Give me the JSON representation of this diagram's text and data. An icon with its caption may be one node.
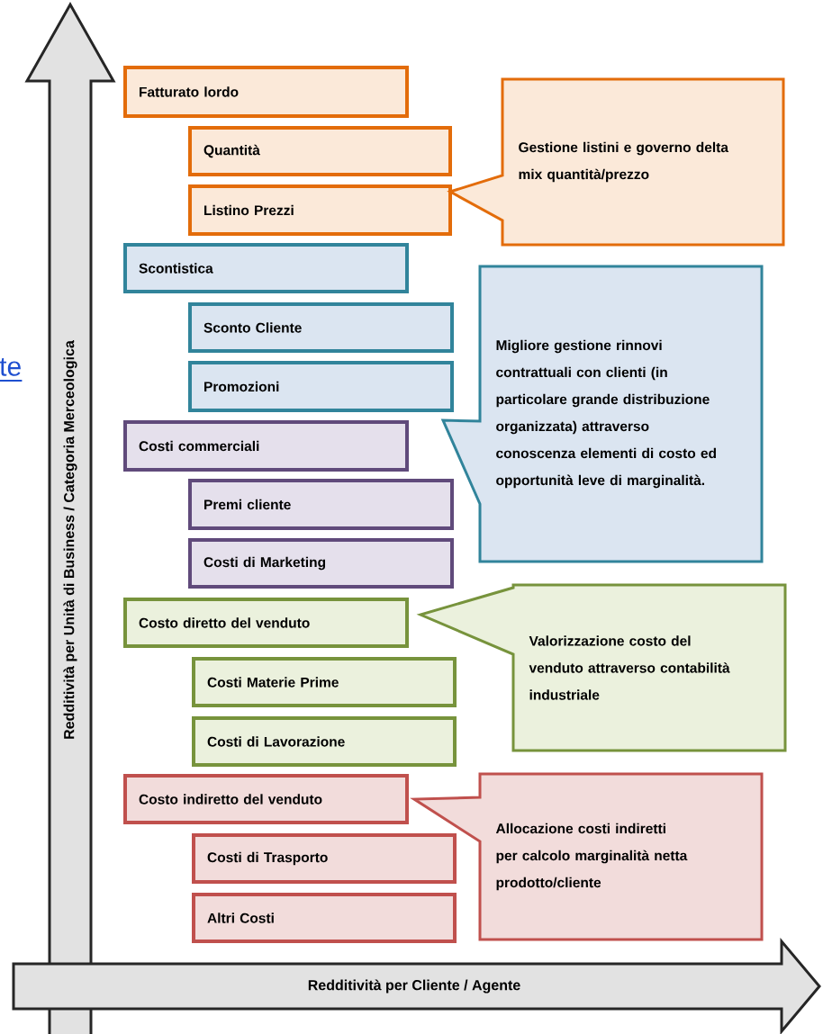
{
  "diagram": {
    "nodes": [
      {
        "text": [
          "Fatturato lordo"
        ]
      },
      {
        "text": [
          "Quantità"
        ]
      },
      {
        "text": [
          "Listino Prezzi"
        ]
      },
      {
        "text": [
          "Gestione listini e governo delta mix quantità/prezzo"
        ]
      },
      {
        "text": [
          "Scontistica"
        ]
      },
      {
        "text": [
          "Sconto Cliente"
        ]
      },
      {
        "text": [
          "Promozioni"
        ]
      },
      {
        "text": [
          "Migliore gestione rinnovi contrattuali con clienti (in particolare grande distribuzione organizzata) attraverso conoscenza elementi di costo ed opportunità leve di marginalità."
        ]
      },
      {
        "text": [
          "Costi commerciali"
        ]
      },
      {
        "text": [
          "Premi cliente"
        ]
      },
      {
        "text": [
          "Costi di Marketing"
        ]
      },
      {
        "text": [
          "Costo diretto del venduto"
        ]
      },
      {
        "text": [
          "Costi Materie Prime"
        ]
      },
      {
        "text": [
          "Costi di Lavorazione"
        ]
      },
      {
        "text": [
          "Valorizzazione costo del venduto attraverso contabilità industriale"
        ]
      },
      {
        "text": [
          "Costo indiretto del venduto"
        ]
      },
      {
        "text": [
          "Costi di Trasporto"
        ]
      },
      {
        "text": [
          "Altri Costi"
        ]
      },
      {
        "text": [
          "Allocazione costi indiretti per calcolo marginalità netta prodotto/cliente"
        ]
      },
      {
        "text": [
          "Redditività per Unità di Business / Categoria Merceologica"
        ]
      },
      {
        "text": [
          "Redditività per Cliente / Agente"
        ]
      }
    ],
    "labels": [
      "te"
    ]
  }
}
